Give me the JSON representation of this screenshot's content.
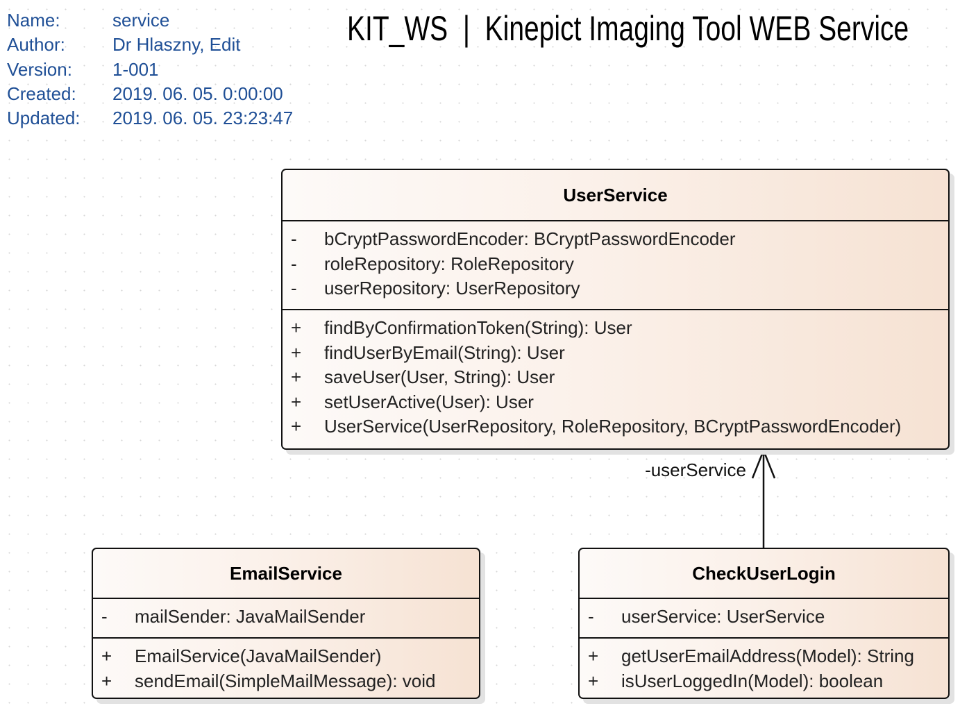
{
  "meta": [
    {
      "label": "Name:",
      "value": "service"
    },
    {
      "label": "Author:",
      "value": "Dr Hlaszny, Edit"
    },
    {
      "label": "Version:",
      "value": "1-001"
    },
    {
      "label": "Created:",
      "value": "2019. 06. 05. 0:00:00"
    },
    {
      "label": "Updated:",
      "value": "2019. 06. 05. 23:23:47"
    }
  ],
  "title": "KIT_WS  |  Kinepict Imaging Tool WEB Service",
  "classes": [
    {
      "id": "user-service",
      "name": "UserService",
      "attributes": [
        {
          "vis": "-",
          "text": "bCryptPasswordEncoder: BCryptPasswordEncoder"
        },
        {
          "vis": "-",
          "text": "roleRepository: RoleRepository"
        },
        {
          "vis": "-",
          "text": "userRepository: UserRepository"
        }
      ],
      "operations": [
        {
          "vis": "+",
          "text": "findByConfirmationToken(String): User"
        },
        {
          "vis": "+",
          "text": "findUserByEmail(String): User"
        },
        {
          "vis": "+",
          "text": "saveUser(User, String): User"
        },
        {
          "vis": "+",
          "text": "setUserActive(User): User"
        },
        {
          "vis": "+",
          "text": "UserService(UserRepository, RoleRepository, BCryptPasswordEncoder)"
        }
      ]
    },
    {
      "id": "email-service",
      "name": "EmailService",
      "attributes": [
        {
          "vis": "-",
          "text": "mailSender: JavaMailSender"
        }
      ],
      "operations": [
        {
          "vis": "+",
          "text": "EmailService(JavaMailSender)"
        },
        {
          "vis": "+",
          "text": "sendEmail(SimpleMailMessage): void"
        }
      ]
    },
    {
      "id": "check-user-login",
      "name": "CheckUserLogin",
      "attributes": [
        {
          "vis": "-",
          "text": "userService: UserService"
        }
      ],
      "operations": [
        {
          "vis": "+",
          "text": "getUserEmailAddress(Model): String"
        },
        {
          "vis": "+",
          "text": "isUserLoggedIn(Model): boolean"
        }
      ]
    }
  ],
  "association": {
    "from": "CheckUserLogin",
    "to": "UserService",
    "role": "-userService"
  }
}
